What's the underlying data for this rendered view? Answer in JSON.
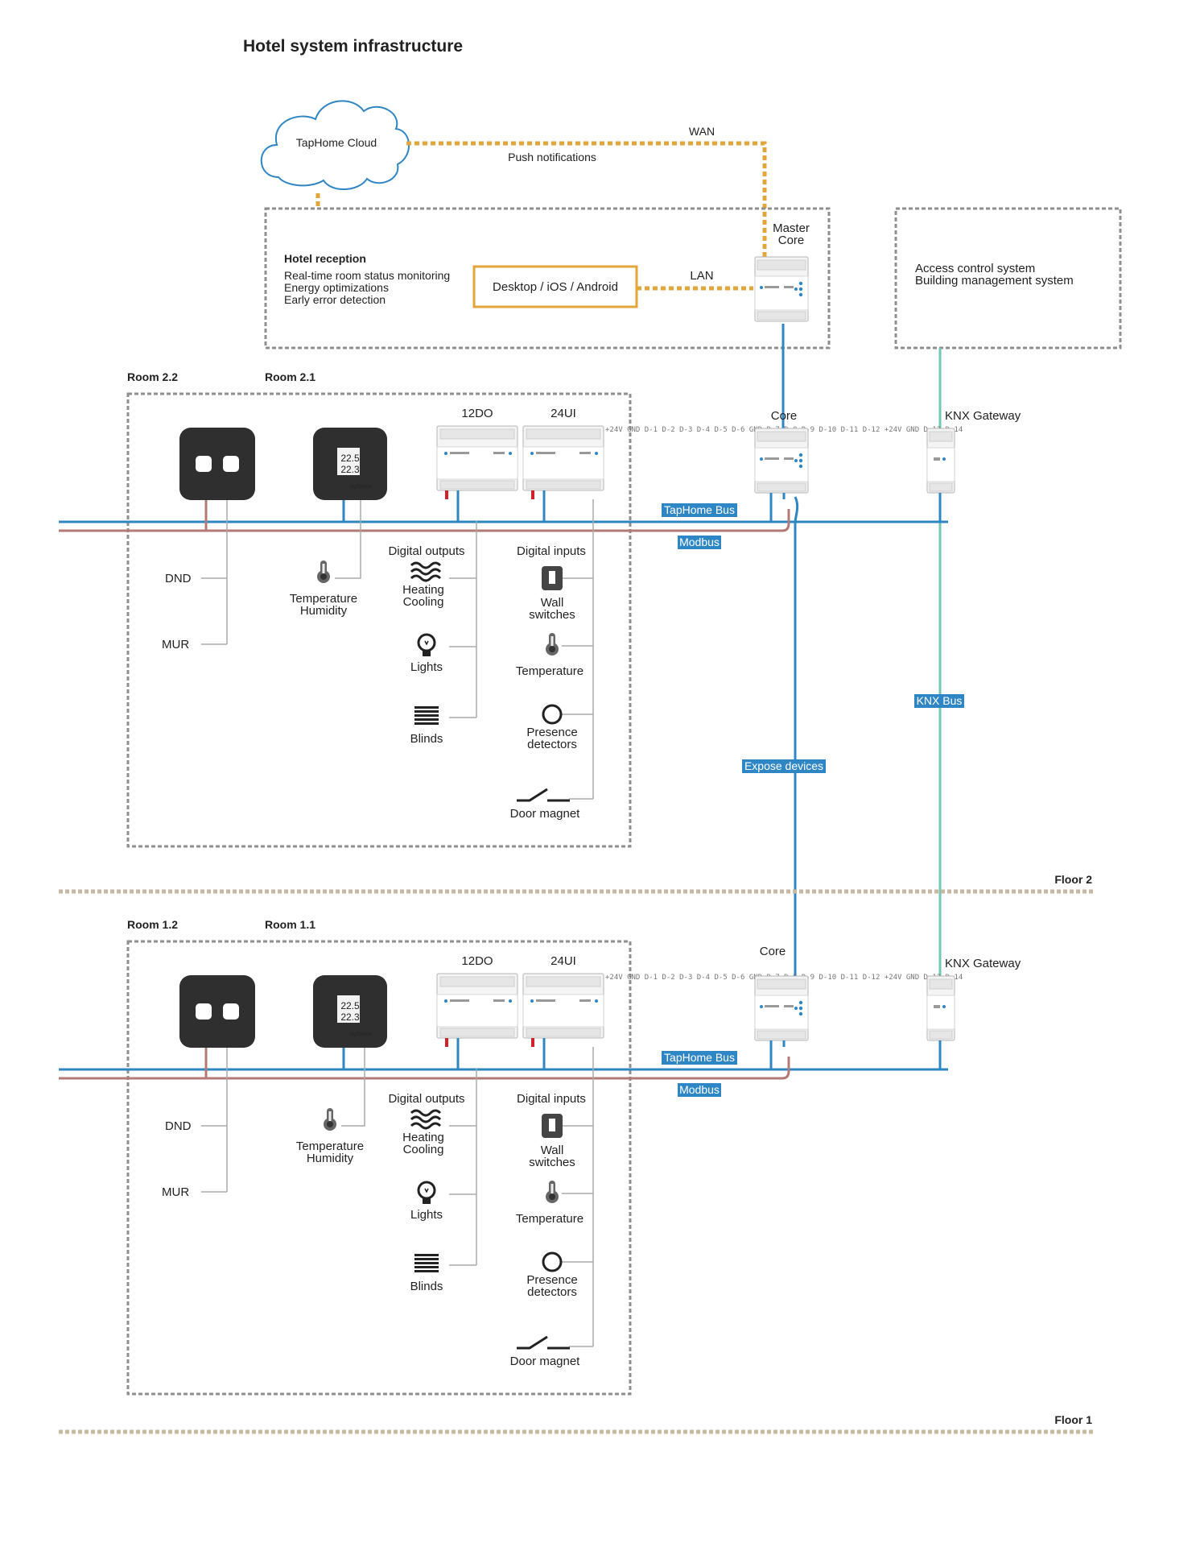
{
  "title": "Hotel system infrastructure",
  "cloud": {
    "label": "TapHome Cloud"
  },
  "links": {
    "wan": "WAN",
    "push": "Push notifications",
    "lan": "LAN"
  },
  "reception": {
    "heading": "Hotel reception",
    "lines": [
      "Real-time room status monitoring",
      "Energy optimizations",
      "Early error detection"
    ],
    "app_box": "Desktop / iOS / Android"
  },
  "master_core": {
    "line1": "Master",
    "line2": "Core"
  },
  "external": {
    "line1": "Access control system",
    "line2": "Building management system"
  },
  "buses": {
    "taphome_bus": "TapHome Bus",
    "modbus": "Modbus",
    "expose": "Expose devices",
    "knx_bus": "KNX Bus"
  },
  "modules": {
    "do": "12DO",
    "ui": "24UI",
    "core": "Core",
    "knx_gateway": "KNX Gateway"
  },
  "thermostat": {
    "setpoint": "22.5",
    "actual": "22.3",
    "brand": "taphome"
  },
  "groups": {
    "outputs": "Digital outputs",
    "inputs": "Digital inputs"
  },
  "labels": {
    "dnd": "DND",
    "mur": "MUR",
    "temperature_humidity": [
      "Temperature",
      "Humidity"
    ],
    "heating_cooling": [
      "Heating",
      "Cooling"
    ],
    "lights": "Lights",
    "blinds": "Blinds",
    "wall_switches": [
      "Wall",
      "switches"
    ],
    "temperature": "Temperature",
    "presence": [
      "Presence",
      "detectors"
    ],
    "door_magnet": "Door magnet"
  },
  "floors": [
    {
      "name": "Floor 2",
      "room_left": "Room 2.2",
      "room_right": "Room 2.1"
    },
    {
      "name": "Floor 1",
      "room_left": "Room 1.2",
      "room_right": "Room 1.1"
    }
  ],
  "terminal_text": "+24V GND D-1 D-2 D-3 D-4 D-5 D-6 GND D-7 D-8 D-9 D-10 D-11 D-12 +24V GND D-13 D-14",
  "colors": {
    "bus_blue": "#2f86c4",
    "modbus_brown": "#b47a76",
    "wan_orange": "#e3a63b",
    "knx_teal": "#74c6b5",
    "dash_gray": "#8f8f8f",
    "floor_tan": "#c9b9a0",
    "dark_device": "#2f2f2f"
  }
}
